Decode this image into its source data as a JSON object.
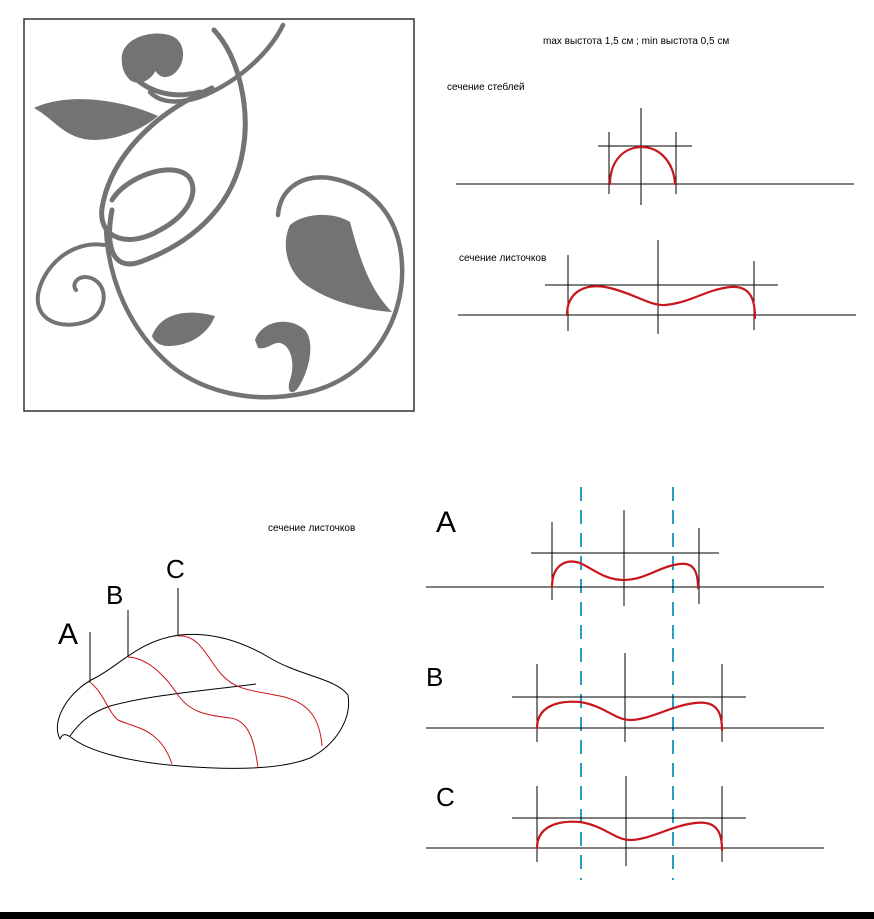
{
  "header_note": "max выстота 1,5 см ; min выстота 0,5 см",
  "section_stems_label": "сечение стеблей",
  "section_leaves_label_top": "сечение листочков",
  "section_leaves_label_bottom": "сечение листочков",
  "leaf_markers": {
    "a": "A",
    "b": "B",
    "c": "C"
  },
  "profile_labels": {
    "a": "A",
    "b": "B",
    "c": "C"
  },
  "colors": {
    "ornament": "#737373",
    "profile_curve": "#c8161d",
    "guide_dash": "#2a9fc0",
    "line": "#000000"
  }
}
